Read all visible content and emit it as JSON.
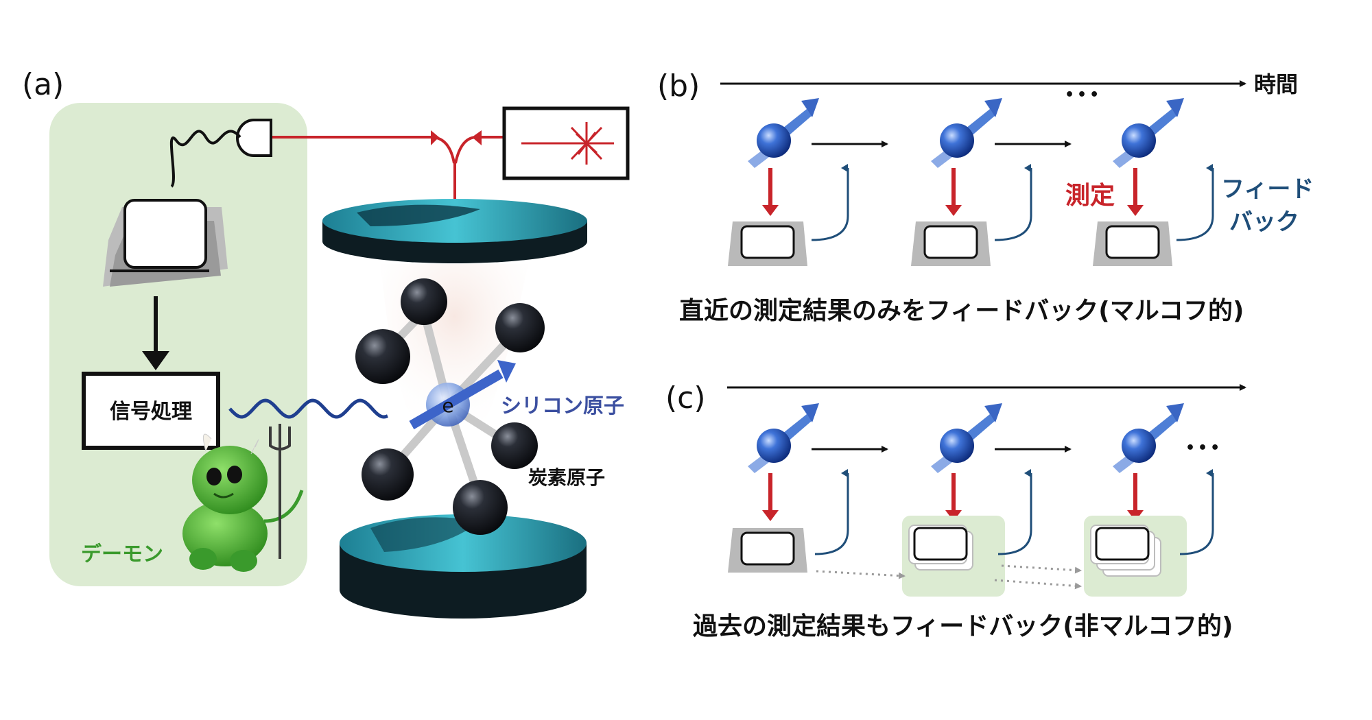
{
  "panel_a": {
    "letter": "(a)",
    "signal_processing": "信号処理",
    "demon": "デーモン",
    "silicon_atom": "シリコン原子",
    "carbon_atom": "炭素原子",
    "electron": "e"
  },
  "panel_b": {
    "letter": "(b)",
    "time": "時間",
    "ellipsis": "•••",
    "measure": "測定",
    "feedback_line1": "フィード",
    "feedback_line2": "バック",
    "caption": "直近の測定結果のみをフィードバック(マルコフ的)"
  },
  "panel_c": {
    "letter": "(c)",
    "ellipsis": "•••",
    "caption": "過去の測定結果もフィードバック(非マルコフ的)"
  },
  "colors": {
    "green_panel": "#dcebd2",
    "laser_red": "#c8242a",
    "feedback_blue": "#1f4e79",
    "atom_label_blue": "#3b4fa0",
    "demon_green": "#3a9a2c",
    "disk_cyan": "#2fa7b8"
  },
  "icons": [
    "photodetector-icon",
    "laser-source-icon",
    "monitor-icon",
    "spin-ball-icon",
    "demon-icon",
    "trident-icon"
  ]
}
